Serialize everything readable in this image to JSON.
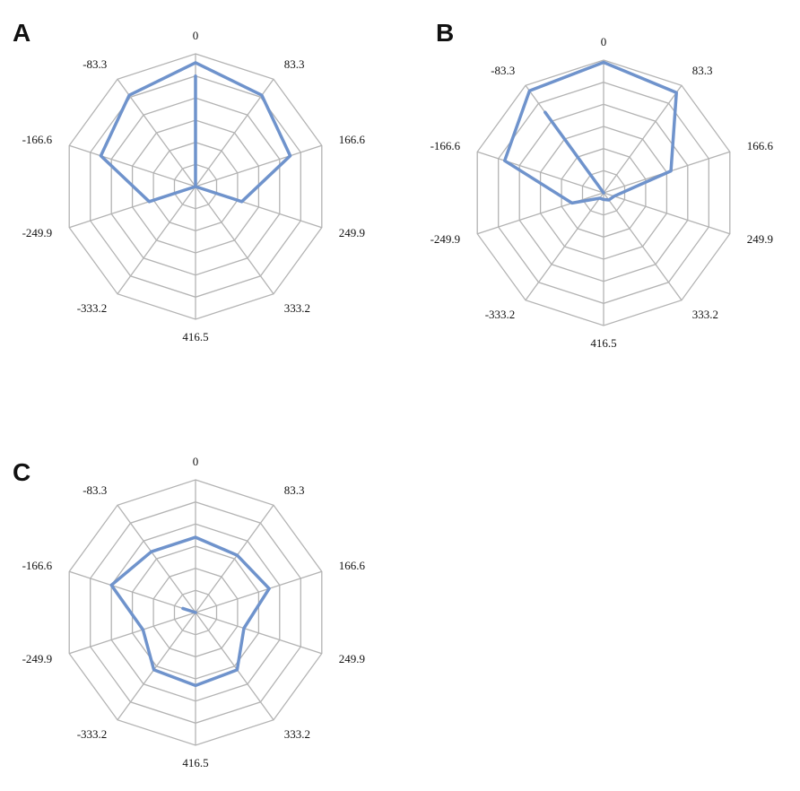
{
  "chart_data": [
    {
      "type": "radar",
      "panel": "A",
      "axes": [
        "0",
        "83.3",
        "166.6",
        "249.9",
        "333.2",
        "416.5",
        "-333.2",
        "-249.9",
        "-166.6",
        "-83.3"
      ],
      "rings": 6,
      "series": [
        {
          "values": [
            5.6,
            5.1,
            4.5,
            2.2,
            0,
            0,
            0,
            2.2,
            4.5,
            5.1
          ],
          "spike": {
            "axis": 0,
            "value": 5.0
          }
        }
      ],
      "grid": true,
      "colors": {
        "series": "#6f93cc",
        "grid": "#b3b3b3"
      }
    },
    {
      "type": "radar",
      "panel": "B",
      "axes": [
        "0",
        "83.3",
        "166.6",
        "249.9",
        "333.2",
        "416.5",
        "-333.2",
        "-249.9",
        "-166.6",
        "-83.3"
      ],
      "rings": 6,
      "series": [
        {
          "values": [
            5.9,
            5.6,
            3.2,
            0.5,
            0.4,
            0.3,
            0.3,
            1.5,
            4.7,
            5.7
          ],
          "spike": {
            "axis": 9,
            "value": 4.5
          }
        }
      ],
      "grid": true,
      "colors": {
        "series": "#6f93cc",
        "grid": "#b3b3b3"
      }
    },
    {
      "type": "radar",
      "panel": "C",
      "axes": [
        "0",
        "83.3",
        "166.6",
        "249.9",
        "333.2",
        "416.5",
        "-333.2",
        "-249.9",
        "-166.6",
        "-83.3"
      ],
      "rings": 6,
      "series": [
        {
          "values": [
            3.4,
            3.2,
            3.5,
            2.3,
            3.2,
            3.3,
            3.2,
            2.5,
            4.0,
            3.4
          ],
          "spike": {
            "axis": 8,
            "value": 0.6
          }
        }
      ],
      "grid": true,
      "colors": {
        "series": "#6f93cc",
        "grid": "#b3b3b3"
      }
    }
  ]
}
